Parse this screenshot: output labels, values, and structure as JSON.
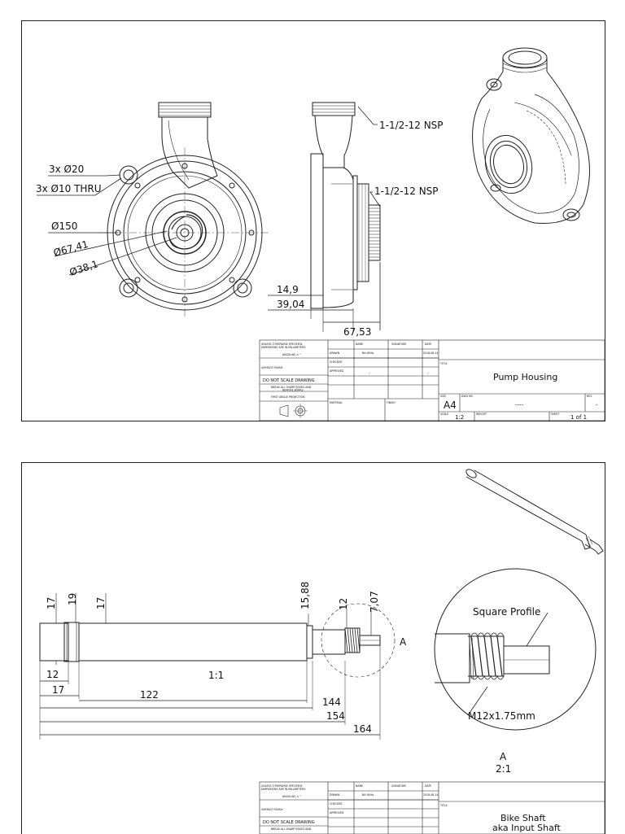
{
  "sheet1": {
    "callouts": {
      "holes_dia": "3x Ø20",
      "holes_thru": "3x Ø10 THRU",
      "d150": "Ø150",
      "d6741": "Ø67,41",
      "d381": "Ø38,1",
      "thread_top": "1-1/2-12 NSP",
      "thread_side": "1-1/2-12 NSP",
      "dim_149": "14,9",
      "dim_3904": "39,04",
      "dim_6753": "67,53"
    },
    "title_block": {
      "unless": "UNLESS OTHERWISE SPECIFIED:",
      "dims_in": "DIMENSIONS ARE IN MILLIMETERS",
      "angular": "ANGULAR: ± °",
      "surface_finish": "SURFACE FINISH:",
      "do_not_scale": "DO NOT SCALE DRAWING",
      "break_edges": "BREAK ALL SHARP EDGES AND",
      "remove_burrs": "REMOVE BURRS",
      "projection": "FIRST ANGLE PROJECTION",
      "material": "MATERIAL",
      "finish": "FINISH",
      "name": "NAME",
      "signature": "SIGNATURE",
      "date": "DATE",
      "drawn": "DRAWN",
      "checked": "CHECKED",
      "approved": "APPROVED",
      "drawn_name": "Bill Willis",
      "drawn_date": "2018-08-14",
      "approved_sig": "--",
      "approved_date": "--",
      "title_label": "TITLE",
      "title": "Pump Housing",
      "size_label": "SIZE",
      "size": "A4",
      "dwg_label": "DWG NO",
      "dwg_no": "----",
      "rev_label": "REV",
      "rev": "-",
      "scale_label": "SCALE",
      "scale": "1:2",
      "weight_label": "WEIGHT",
      "sheet_label": "SHEET",
      "sheet_of": "1 of 1"
    }
  },
  "sheet2": {
    "callouts": {
      "d17a": "17",
      "d19": "19",
      "d17b": "17",
      "d1588": "15,88",
      "d12v": "12",
      "d707": "7,07",
      "d12h": "12",
      "d17h": "17",
      "d122": "122",
      "d144": "144",
      "d154": "154",
      "d164": "164",
      "scale_note": "1:1",
      "section_mark": "A",
      "detail_letter": "A",
      "detail_scale": "2:1",
      "square_profile": "Square Profile",
      "thread_spec": "M12x1.75mm"
    },
    "title_block": {
      "unless": "UNLESS OTHERWISE SPECIFIED:",
      "dims_in": "DIMENSIONS ARE IN MILLIMETERS",
      "angular": "ANGULAR: ± °",
      "surface_finish": "SURFACE FINISH:",
      "do_not_scale": "DO NOT SCALE DRAWING",
      "break_edges": "BREAK ALL SHARP EDGES AND",
      "name": "NAME",
      "signature": "SIGNATURE",
      "date": "DATE",
      "drawn": "DRAWN",
      "checked": "CHECKED",
      "approved": "APPROVED",
      "drawn_name": "Bill Willis",
      "drawn_date": "2018-08-14",
      "title_label": "TITLE",
      "title_line1": "Bike Shaft",
      "title_line2": "aka Input Shaft"
    }
  }
}
